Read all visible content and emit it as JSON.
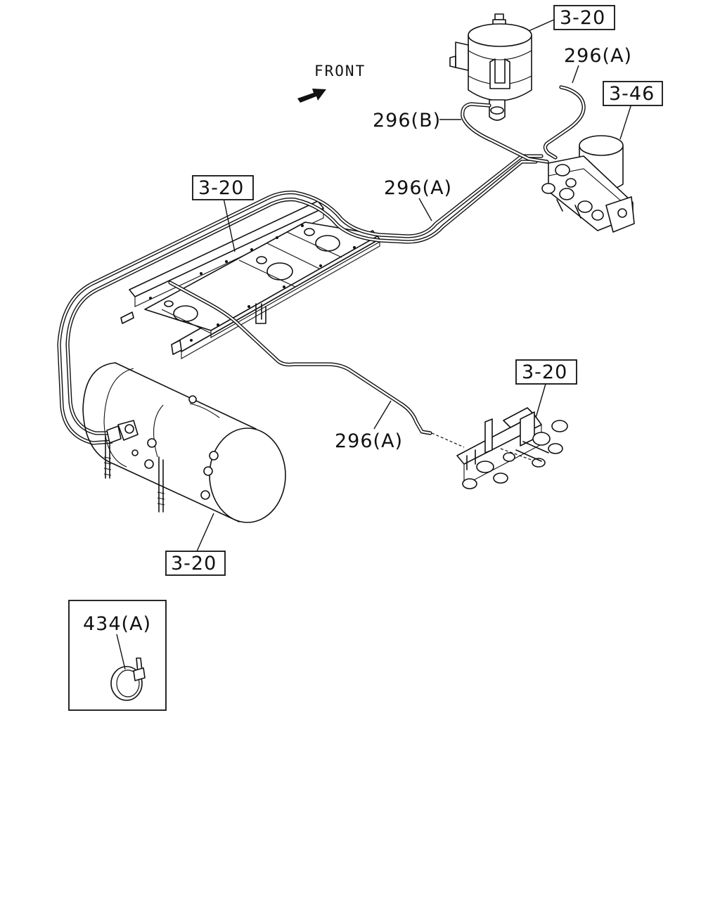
{
  "front_label": "FRONT",
  "callouts": {
    "ref_top": "3-20",
    "ref_frame": "3-20",
    "ref_dryer": "3-46",
    "ref_valve": "3-20",
    "ref_tank": "3-20",
    "pipe_b": "296(B)",
    "pipe_a_top": "296(A)",
    "pipe_a_mid": "296(A)",
    "pipe_a_low": "296(A)",
    "clip": "434(A)"
  },
  "icons": {
    "front_arrow": "arrow-right-icon"
  }
}
